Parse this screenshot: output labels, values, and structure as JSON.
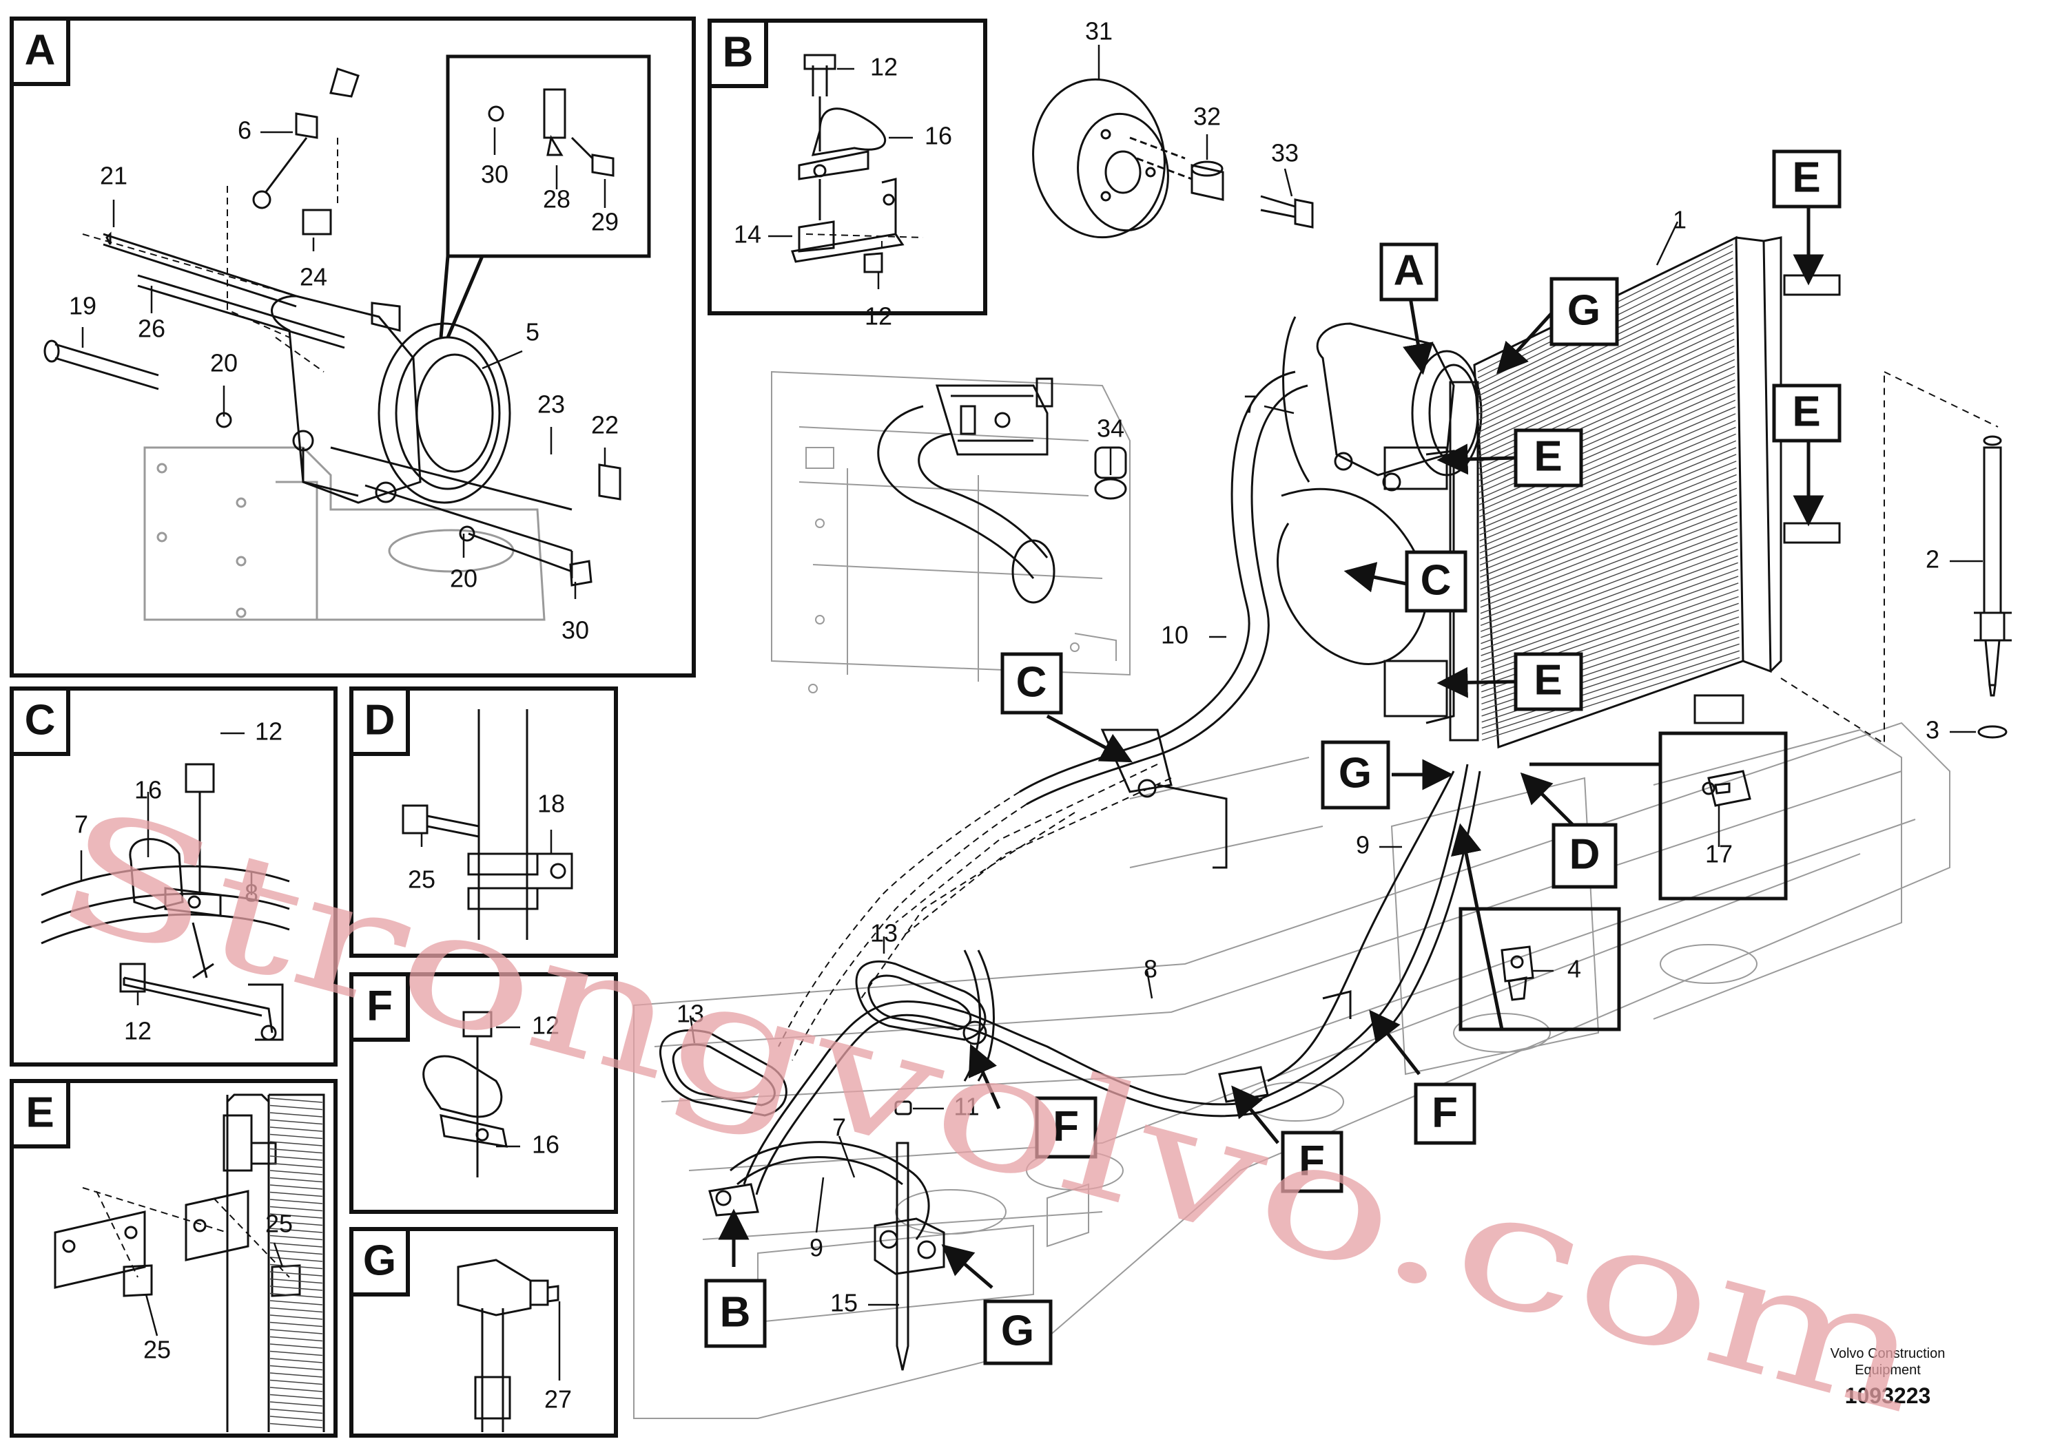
{
  "credit": {
    "line1": "Volvo Construction",
    "line2": "Equipment",
    "doc_number": "1093223"
  },
  "watermark": "Strongvolvo.com",
  "panels": {
    "A": {
      "tag": "A",
      "labels": [
        "6",
        "21",
        "24",
        "26",
        "19",
        "20",
        "5",
        "23",
        "22",
        "20",
        "30",
        "30",
        "28",
        "29"
      ]
    },
    "B": {
      "tag": "B",
      "labels": [
        "12",
        "16",
        "14",
        "12"
      ]
    },
    "C": {
      "tag": "C",
      "labels": [
        "12",
        "16",
        "7",
        "8",
        "12"
      ]
    },
    "D": {
      "tag": "D",
      "labels": [
        "18",
        "25"
      ]
    },
    "E": {
      "tag": "E",
      "labels": [
        "25",
        "25"
      ]
    },
    "F": {
      "tag": "F",
      "labels": [
        "12",
        "16"
      ]
    },
    "G": {
      "tag": "G",
      "labels": [
        "27"
      ]
    }
  },
  "main": {
    "callouts": [
      "31",
      "32",
      "33",
      "34",
      "1",
      "7",
      "10",
      "2",
      "3",
      "9",
      "8",
      "13",
      "13",
      "11",
      "7",
      "9",
      "15",
      "4",
      "17"
    ],
    "box_tags": [
      "A",
      "G",
      "E",
      "E",
      "E",
      "E",
      "C",
      "C",
      "G",
      "D",
      "F",
      "F",
      "F",
      "B",
      "G"
    ]
  }
}
